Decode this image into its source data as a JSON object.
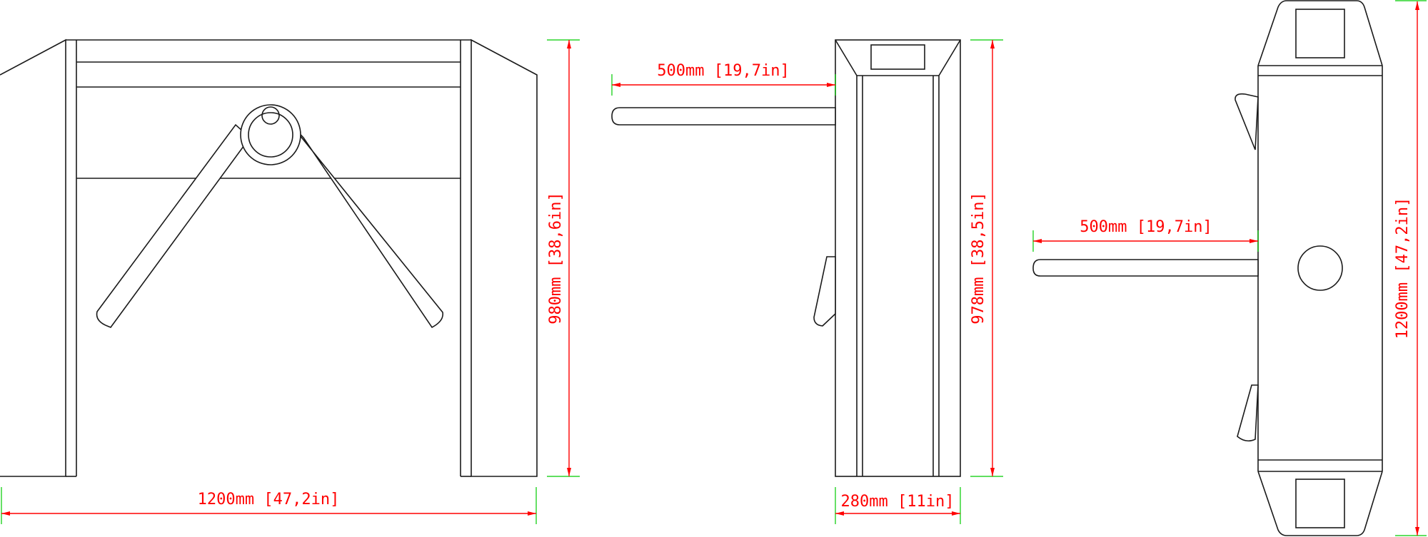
{
  "colors": {
    "outline": "#1a1a1a",
    "dimension_line": "#ff0000",
    "extension_line": "#00cc00",
    "background": "#ffffff"
  },
  "front_view": {
    "width_label": "1200mm  [47,2in]",
    "height_label": "980mm  [38,6in]"
  },
  "side_view": {
    "arm_length_label": "500mm  [19,7in]",
    "height_label": "978mm  [38,5in]",
    "depth_label": "280mm  [11in]"
  },
  "top_view": {
    "arm_length_label": "500mm  [19,7in]",
    "length_label": "1200mm  [47,2in]"
  }
}
